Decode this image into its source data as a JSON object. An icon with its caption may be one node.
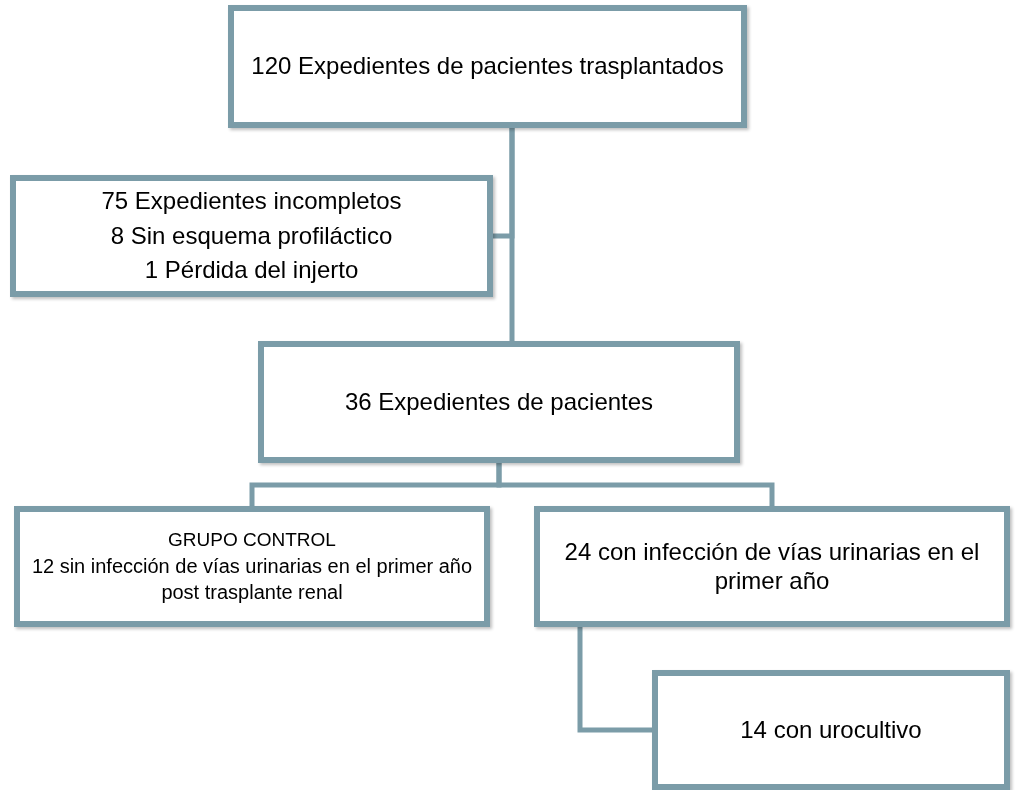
{
  "diagram": {
    "nodes": [
      {
        "text": [
          "120 Expedientes de pacientes trasplantados"
        ]
      },
      {
        "text": [
          "75 Expedientes incompletos",
          "8 Sin esquema profiláctico",
          "1 Pérdida del injerto"
        ]
      },
      {
        "text": [
          "36 Expedientes de pacientes"
        ]
      },
      {
        "text": [
          "GRUPO CONTROL",
          "12 sin infección de vías urinarias en el primer año post trasplante renal"
        ]
      },
      {
        "text": [
          "24 con infección de vías urinarias en el primer año"
        ]
      },
      {
        "text": [
          "14 con urocultivo"
        ]
      }
    ],
    "edges": [
      {
        "from": 0,
        "to": 1,
        "arrow": "none"
      },
      {
        "from": 0,
        "to": 2,
        "arrow": "none"
      },
      {
        "from": 2,
        "to": 3,
        "arrow": "none"
      },
      {
        "from": 2,
        "to": 4,
        "arrow": "none"
      },
      {
        "from": 4,
        "to": 5,
        "arrow": "none"
      }
    ]
  }
}
